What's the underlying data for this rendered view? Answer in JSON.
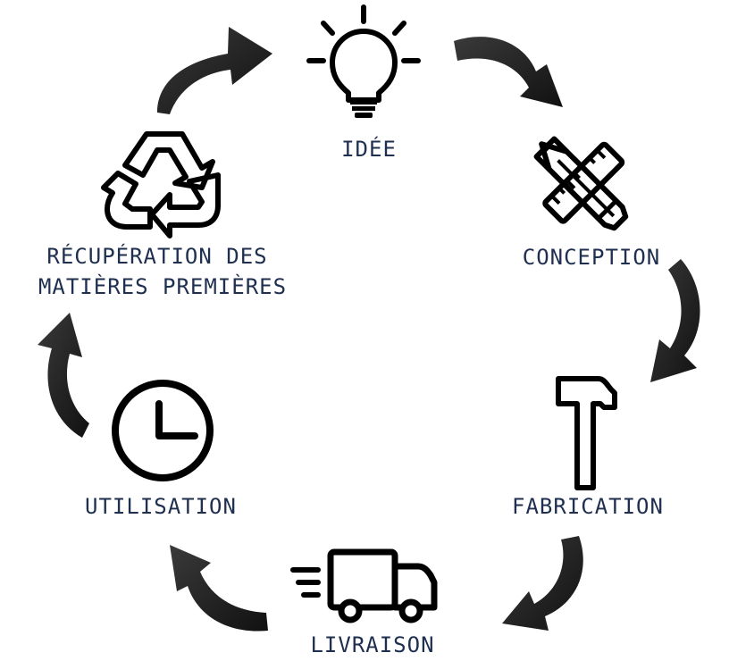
{
  "colors": {
    "label": "#1f2f4f",
    "icon": "#000000",
    "arrow": "#2b2b2b"
  },
  "steps": [
    {
      "label": "IDÉE",
      "icon": "lightbulb-icon"
    },
    {
      "label": "CONCEPTION",
      "icon": "pencil-ruler-icon"
    },
    {
      "label": "FABRICATION",
      "icon": "hammer-icon"
    },
    {
      "label": "LIVRAISON",
      "icon": "delivery-truck-icon"
    },
    {
      "label": "UTILISATION",
      "icon": "clock-icon"
    },
    {
      "label_line1": "RÉCUPÉRATION DES",
      "label_line2": "MATIÈRES PREMIÈRES",
      "icon": "recycle-icon"
    }
  ]
}
